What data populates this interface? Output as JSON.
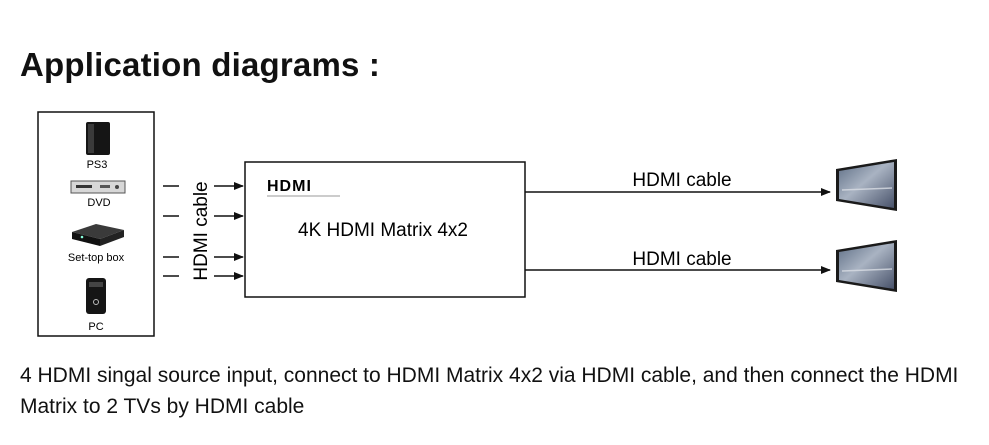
{
  "page": {
    "title": "Application diagrams :",
    "caption": "4 HDMI singal source input, connect to HDMI Matrix 4x2 via HDMI cable, and then connect the HDMI Matrix to 2 TVs by HDMI cable"
  },
  "sources": [
    {
      "label": "PS3",
      "icon": "ps3-console-icon"
    },
    {
      "label": "DVD",
      "icon": "dvd-player-icon"
    },
    {
      "label": "Set-top box",
      "icon": "set-top-box-icon"
    },
    {
      "label": "PC",
      "icon": "pc-tower-icon"
    }
  ],
  "input_cable_label": "HDMI cable",
  "matrix": {
    "logo": "HDMI",
    "name": "4K HDMI Matrix 4x2"
  },
  "outputs": [
    {
      "cable_label": "HDMI cable",
      "icon": "tv-icon"
    },
    {
      "cable_label": "HDMI cable",
      "icon": "tv-icon"
    }
  ]
}
